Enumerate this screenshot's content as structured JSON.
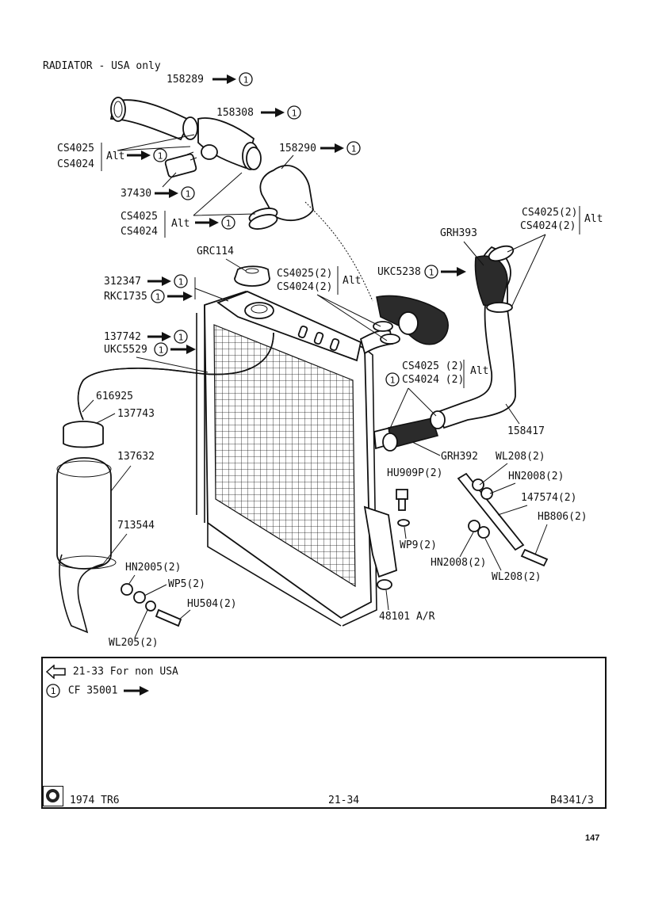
{
  "title": "RADIATOR - USA only",
  "circle_note": "1",
  "alt_label": "Alt",
  "callouts": {
    "p158289": "158289",
    "p158308": "158308",
    "p158290": "158290",
    "cs4025_a": "CS4025",
    "cs4024_a": "CS4024",
    "p37430": "37430",
    "cs4025_b": "CS4025",
    "cs4024_b": "CS4024",
    "cs4025_2_a": "CS4025(2)",
    "cs4024_2_a": "CS4024(2)",
    "grh393": "GRH393",
    "grc114": "GRC114",
    "p312347": "312347",
    "rkc1735": "RKC1735",
    "cs4025_2_b": "CS4025(2)",
    "cs4024_2_b": "CS4024(2)",
    "ukc5238": "UKC5238",
    "p137742": "137742",
    "ukc5529": "UKC5529",
    "cs4025_2_c": "CS4025 (2)",
    "cs4024_2_c": "CS4024 (2)",
    "p616925": "616925",
    "p137743": "137743",
    "p158417": "158417",
    "grh392": "GRH392",
    "p137632": "137632",
    "wl208_2_a": "WL208(2)",
    "hn2008_2_a": "HN2008(2)",
    "hu909p_2": "HU909P(2)",
    "p147574_2": "147574(2)",
    "hb806_2": "HB806(2)",
    "p713544": "713544",
    "wp9_2": "WP9(2)",
    "hn2008_2_b": "HN2008(2)",
    "wl208_2_b": "WL208(2)",
    "hn2005_2": "HN2005(2)",
    "wp5_2": "WP5(2)",
    "hu504_2": "HU504(2)",
    "wl205_2": "WL205(2)",
    "p48101": "48101 A/R"
  },
  "footer": {
    "ref_note": "21-33 For non USA",
    "cf_note": "CF 35001",
    "model": "1974 TR6",
    "page_ref": "21-34",
    "doc_code": "B4341/3"
  },
  "page_number": "147",
  "icons": [
    "arrow-right-icon",
    "circled-one-icon",
    "hollow-left-arrow-icon",
    "british-leyland-logo-icon"
  ]
}
